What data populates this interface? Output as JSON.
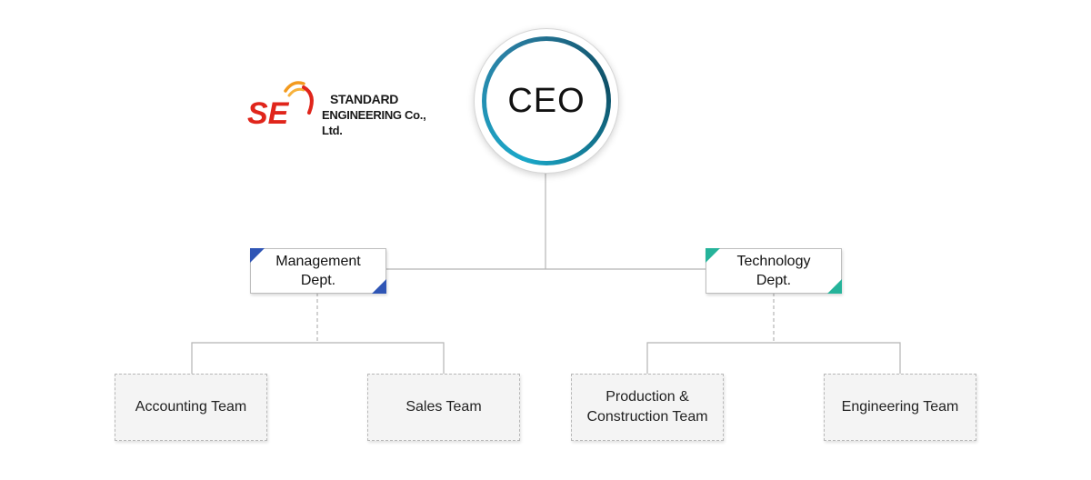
{
  "logo": {
    "mark_text": "SE",
    "line1": "STANDARD",
    "line2": "ENGINEERING Co., Ltd.",
    "brand_red": "#e0251b",
    "swoosh_orange": "#f39a1e"
  },
  "ceo": {
    "label": "CEO",
    "ring_color": "#1aa8c9"
  },
  "departments": [
    {
      "label": "Management\nDept.",
      "accent": "#2f55b5"
    },
    {
      "label": "Technology\nDept.",
      "accent": "#25b39a"
    }
  ],
  "teams": [
    {
      "label": "Accounting Team"
    },
    {
      "label": "Sales Team"
    },
    {
      "label": "Production &\nConstruction Team"
    },
    {
      "label": "Engineering Team"
    }
  ]
}
